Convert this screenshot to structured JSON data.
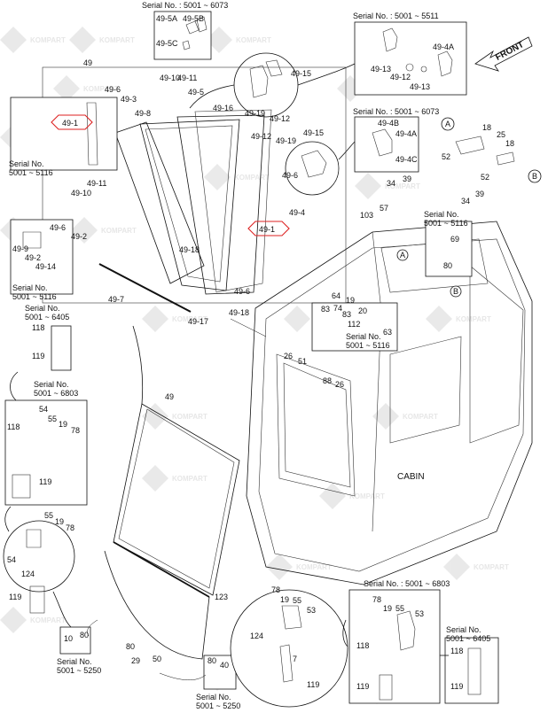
{
  "watermark": "KOMPART",
  "colors": {
    "line": "#111111",
    "highlight": "#dd2222",
    "watermark": "#8a8a8a"
  },
  "serial_texts": {
    "top_center": "Serial No. : 5001 ~ 6073",
    "top_right": "Serial No. : 5001 ~ 5511",
    "mid_right": "Serial No. : 5001 ~ 6073",
    "left_top": "Serial No.\n5001 ~ 5116",
    "left_mid": "Serial No.\n5001 ~ 5116",
    "right_mid": "Serial No.\n5001 ~ 5116",
    "inset_5116": "Serial No.\n5001 ~ 5116",
    "left_6405": "Serial No.\n5001 ~ 6405",
    "left_6803": "Serial No.\n5001 ~ 6803",
    "bottom_6803": "Serial No. : 5001 ~ 6803",
    "bottom_6405": "Serial No.\n5001 ~ 6405",
    "bottom_5250_a": "Serial No.\n5001 ~ 5250",
    "bottom_5250_b": "Serial No.\n5001 ~ 5250"
  },
  "labels": {
    "front": "FRONT",
    "cabin": "CABIN",
    "circle_a": "A",
    "circle_b": "B"
  },
  "highlighted_parts": [
    "49-1",
    "49-1"
  ],
  "part_numbers": [
    "49-5A",
    "49-5B",
    "49-5C",
    "49",
    "49-6",
    "49-10",
    "49-11",
    "49-3",
    "49-5",
    "49-15",
    "49-16",
    "49-8",
    "49-19",
    "49-12",
    "49-4A",
    "49-13",
    "49-12",
    "49-13",
    "49-4B",
    "49-4A",
    "49-4C",
    "49-12",
    "49-19",
    "49-15",
    "49-6",
    "49-4",
    "49-11",
    "49-10",
    "49-6",
    "49-2",
    "49-18",
    "49-9",
    "49-2",
    "49-14",
    "49-7",
    "49-6",
    "49-18",
    "49-17",
    "18",
    "25",
    "18",
    "52",
    "52",
    "34",
    "39",
    "57",
    "103",
    "34",
    "39",
    "69",
    "80",
    "64",
    "74",
    "83",
    "83",
    "112",
    "19",
    "20",
    "63",
    "26",
    "51",
    "88",
    "26",
    "118",
    "119",
    "49",
    "54",
    "55",
    "19",
    "78",
    "118",
    "119",
    "55",
    "19",
    "78",
    "54",
    "124",
    "119",
    "123",
    "10",
    "80",
    "80",
    "29",
    "50",
    "80",
    "40",
    "78",
    "19",
    "55",
    "53",
    "124",
    "7",
    "119",
    "78",
    "19",
    "55",
    "53",
    "118",
    "119",
    "118",
    "119"
  ]
}
